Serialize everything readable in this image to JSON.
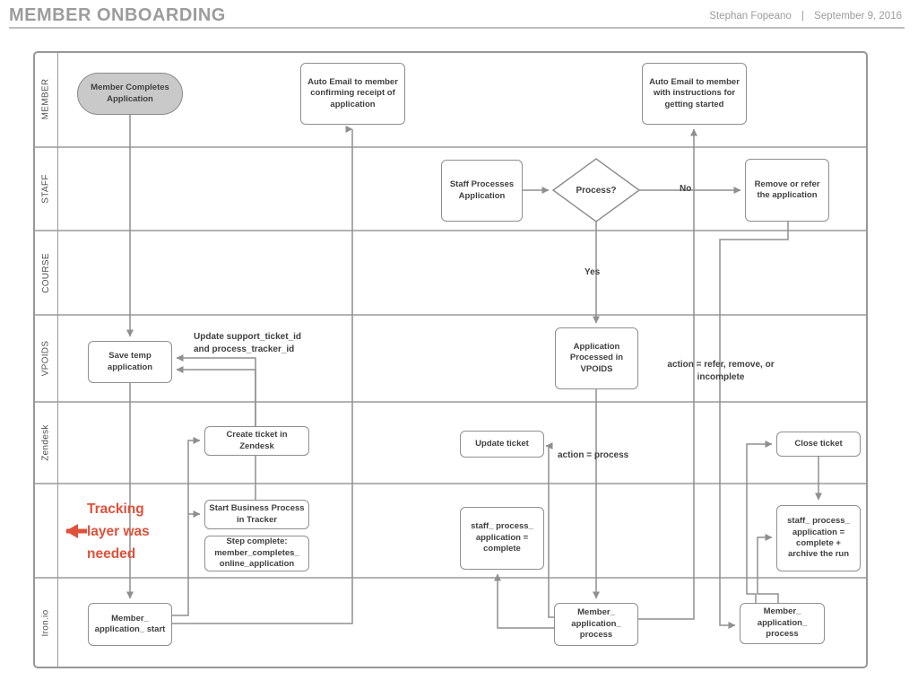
{
  "header": {
    "title": "MEMBER ONBOARDING",
    "author": "Stephan Fopeano",
    "separator": "|",
    "date": "September 9, 2016"
  },
  "lanes": [
    "MEMBER",
    "STAFF",
    "COURSE",
    "VPOIDS",
    "Zendesk",
    "",
    "Iron.io"
  ],
  "nodes": {
    "member_completes": "Member Completes\nApplication",
    "auto_email_receipt": "Auto Email to member\nconfirming receipt of\napplication",
    "auto_email_instructions": "Auto Email to member\nwith instructions for\ngetting started",
    "staff_processes": "Staff Processes\nApplication",
    "process_decision": "Process?",
    "remove_refer": "Remove or refer\nthe application",
    "save_temp": "Save temp\napplication",
    "app_processed": "Application\nProcessed in\nVPOIDS",
    "create_ticket": "Create ticket in\nZendesk",
    "update_ticket": "Update ticket",
    "close_ticket": "Close ticket",
    "start_business_process": "Start Business Process\nin Tracker",
    "step_complete": "Step complete:\nmember_completes_\nonline_application",
    "staff_process_complete": "staff_ process_\napplication =\ncomplete",
    "staff_process_archive": "staff_ process_\napplication =\ncomplete +\narchive the run",
    "member_app_start": "Member_\napplication_ start",
    "member_app_process_1": "Member_\napplication_\nprocess",
    "member_app_process_2": "Member_\napplication_\nprocess"
  },
  "edge_labels": {
    "yes": "Yes",
    "no": "No",
    "update_ids": "Update support_ticket_id\nand process_tracker_id",
    "action_refer": "action = refer, remove, or\nincomplete",
    "action_process": "action = process"
  },
  "annotation": {
    "text": "Tracking\nlayer was\nneeded"
  },
  "colors": {
    "annotation_red": "#e0503a",
    "connector_gray": "#8f8f8f",
    "lane_border_gray": "#9a9a9a",
    "start_node_fill": "#c9c9c9",
    "title_gray": "#9c9c9c"
  }
}
